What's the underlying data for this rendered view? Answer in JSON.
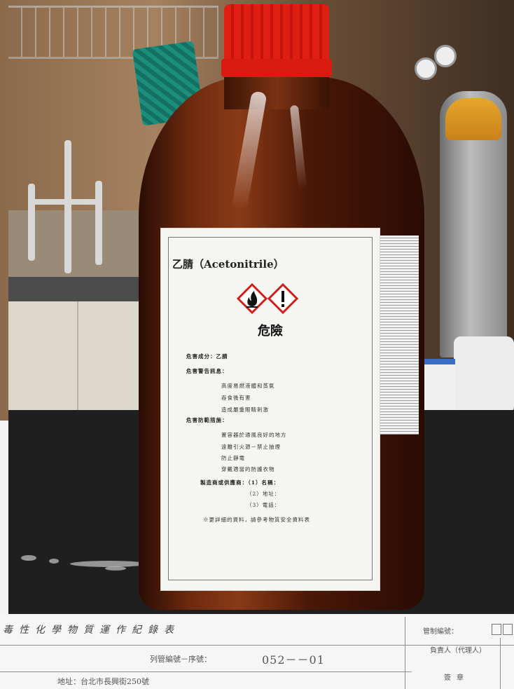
{
  "label": {
    "title": "乙腈（Acetonitrile）",
    "signal_word": "危險",
    "lines": [
      "危害成分：乙腈",
      "危害警告訊息：",
      "高度易燃液體和蒸氣",
      "吞食後有害",
      "造成嚴重眼睛刺激",
      "危害防範措施：",
      "置容器於通風良好的地方",
      "遠離引火源－禁止抽煙",
      "防止靜電",
      "穿戴適當的防護衣物",
      "製造商或供應商：（1）名稱：",
      "（2）地址：",
      "（3）電話：",
      "※更詳細的資料，請參考物質安全資料表"
    ],
    "pictograms": [
      "flame-icon",
      "exclamation-icon"
    ],
    "pictogram_color": "#d01e18"
  },
  "sheet": {
    "title": "毒性化學物質運作紀錄表",
    "control_no_label": "列管編號－序號：",
    "control_no_value": "052－－01",
    "address": "地址：台北市長興街250號",
    "id_label": "管制編號：",
    "responsible": "負責人（代理人）",
    "seal": "簽章"
  }
}
